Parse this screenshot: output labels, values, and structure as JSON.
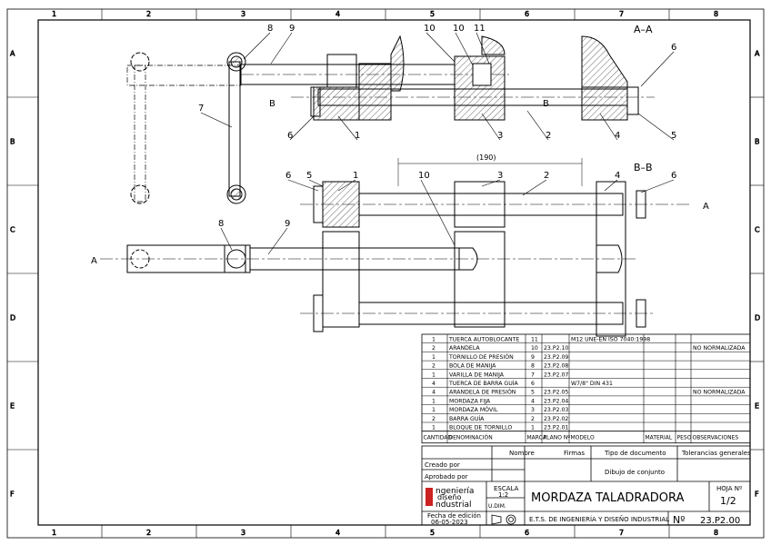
{
  "frame": {
    "columns": [
      "1",
      "2",
      "3",
      "4",
      "5",
      "6",
      "7",
      "8"
    ],
    "rows": [
      "A",
      "B",
      "C",
      "D",
      "E",
      "F"
    ]
  },
  "views": {
    "section_aa": "A–A",
    "section_bb": "B–B",
    "cut_letter_a": "A",
    "cut_letter_b": "B",
    "dimension": "(190)"
  },
  "balloons": {
    "top": [
      "8",
      "9",
      "7",
      "6",
      "1",
      "10",
      "10",
      "11",
      "3",
      "2",
      "4",
      "6",
      "5"
    ],
    "front": [
      "6",
      "5",
      "1",
      "10",
      "3",
      "2",
      "4",
      "6",
      "8",
      "9"
    ]
  },
  "bom": {
    "rows": [
      {
        "qty": "1",
        "name": "TUERCA AUTOBLOCANTE",
        "mark": "11",
        "plan": "",
        "model": "M12 UNE-EN ISO 7040:1998",
        "material": "",
        "weight": "",
        "obs": ""
      },
      {
        "qty": "2",
        "name": "ARANDELA",
        "mark": "10",
        "plan": "23.P2.10",
        "model": "",
        "material": "",
        "weight": "",
        "obs": "NO NORMALIZADA"
      },
      {
        "qty": "1",
        "name": "TORNILLO DE PRESIÓN",
        "mark": "9",
        "plan": "23.P2.09",
        "model": "",
        "material": "",
        "weight": "",
        "obs": ""
      },
      {
        "qty": "2",
        "name": "BOLA DE MANIJA",
        "mark": "8",
        "plan": "23.P2.08",
        "model": "",
        "material": "",
        "weight": "",
        "obs": ""
      },
      {
        "qty": "1",
        "name": "VARILLA DE MANIJA",
        "mark": "7",
        "plan": "23.P2.07",
        "model": "",
        "material": "",
        "weight": "",
        "obs": ""
      },
      {
        "qty": "4",
        "name": "TUERCA DE BARRA GUÍA",
        "mark": "6",
        "plan": "",
        "model": "W7/8\"  DIN 431",
        "material": "",
        "weight": "",
        "obs": ""
      },
      {
        "qty": "4",
        "name": "ARANDELA DE PRESIÓN",
        "mark": "5",
        "plan": "23.P2.05",
        "model": "",
        "material": "",
        "weight": "",
        "obs": "NO NORMALIZADA"
      },
      {
        "qty": "1",
        "name": "MORDAZA FIJA",
        "mark": "4",
        "plan": "23.P2.04",
        "model": "",
        "material": "",
        "weight": "",
        "obs": ""
      },
      {
        "qty": "1",
        "name": "MORDAZA MÓVIL",
        "mark": "3",
        "plan": "23.P2.03",
        "model": "",
        "material": "",
        "weight": "",
        "obs": ""
      },
      {
        "qty": "2",
        "name": "BARRA GUÍA",
        "mark": "2",
        "plan": "23.P2.02",
        "model": "",
        "material": "",
        "weight": "",
        "obs": ""
      },
      {
        "qty": "1",
        "name": "BLOQUE DE TORNILLO",
        "mark": "1",
        "plan": "23.P2.01",
        "model": "",
        "material": "",
        "weight": "",
        "obs": ""
      }
    ],
    "headers": {
      "qty": "CANTIDAD",
      "name": "DENOMINACIÓN",
      "mark": "MARCA",
      "plan": "PLANO Nº",
      "model": "MODELO",
      "material": "MATERIAL",
      "weight": "PESO",
      "obs": "OBSERVACIONES"
    }
  },
  "title_block": {
    "nombre": "Nombre",
    "firmas": "Firmas",
    "tipo_doc": "Tipo de documento",
    "tolerancias": "Tolerancias generales",
    "creado": "Creado por",
    "aprobado": "Aprobado por",
    "tipo_valor": "Dibujo de conjunto",
    "escala_label": "ESCALA",
    "escala": "1:2",
    "udim": "U.DIM.",
    "logo_1": "ngeniería",
    "logo_2": "diseño",
    "logo_3": "ndustrial",
    "title": "MORDAZA TALADRADORA",
    "hoja_label": "HOJA Nº",
    "hoja": "1/2",
    "fecha_label": "Fecha de edición",
    "fecha": "06-05-2023",
    "school": "E.T.S. DE INGENIERÍA Y DISEÑO INDUSTRIAL",
    "numero_label": "Nº",
    "numero": "23.P2.00"
  }
}
